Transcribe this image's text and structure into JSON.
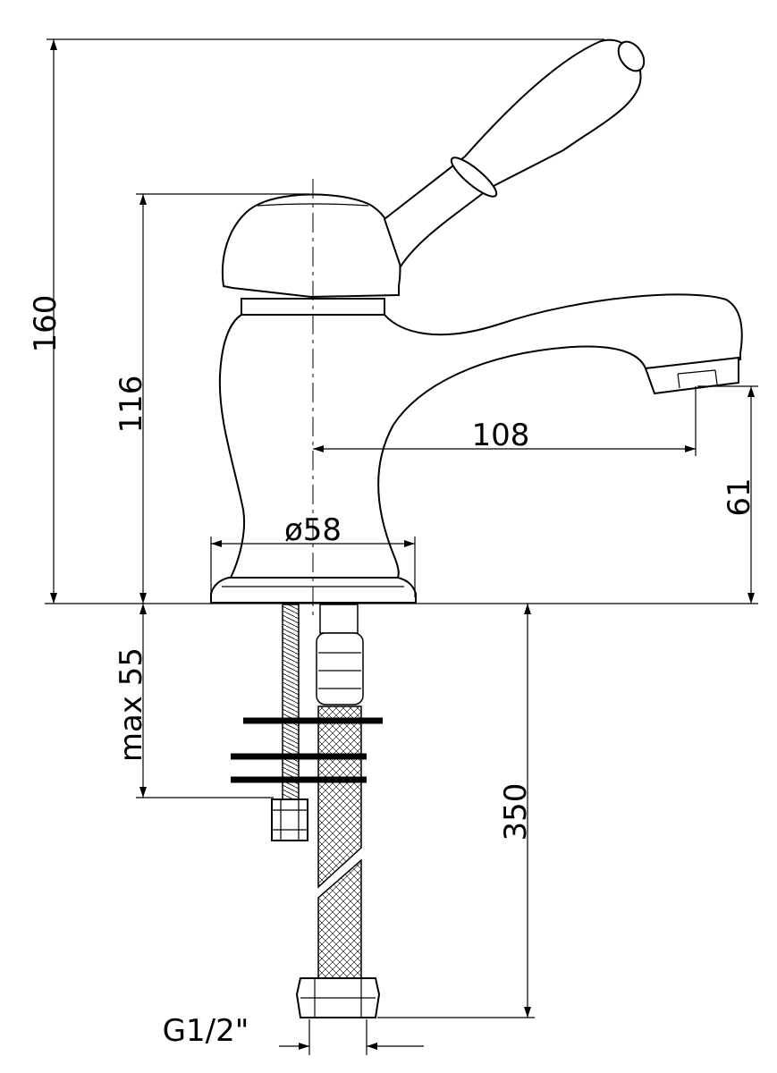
{
  "dimensions": {
    "total_height": "160",
    "body_height": "116",
    "spout_reach": "108",
    "spout_height": "61",
    "base_diameter": "ø58",
    "max_thickness": "max 55",
    "hose_length": "350",
    "thread": "G1/2\""
  }
}
